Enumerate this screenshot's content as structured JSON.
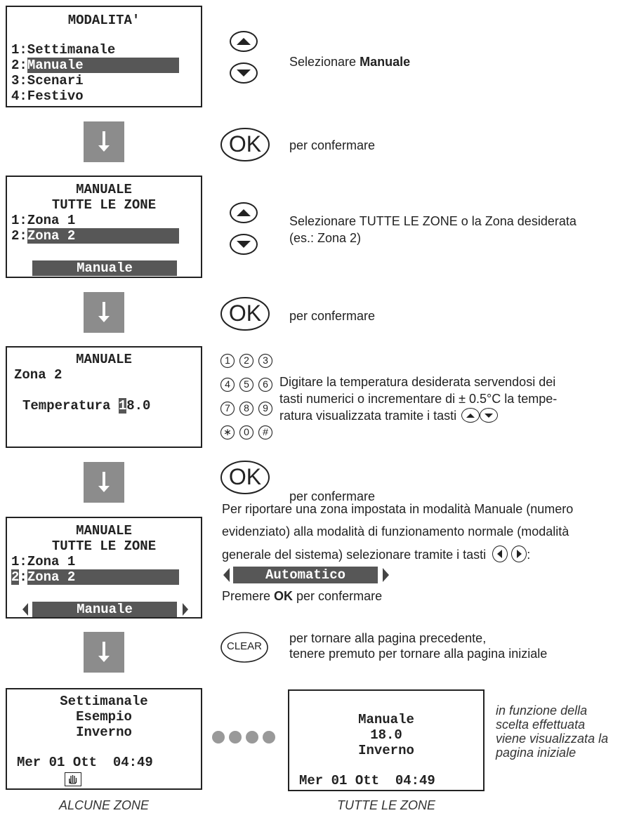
{
  "screen1": {
    "title": "MODALITA'",
    "items": [
      "1:Settimanale",
      "2:",
      "Manuale",
      "3:Scenari",
      "4:Festivo"
    ]
  },
  "step1": {
    "text_prefix": "Selezionare ",
    "text_bold": "Manuale"
  },
  "ok_label": "OK",
  "confirm_text": "per confermare",
  "screen2": {
    "title": "MANUALE",
    "subtitle": "TUTTE LE ZONE",
    "item1": "1:Zona 1",
    "item2_num": "2:",
    "item2_sel": "Zona 2",
    "footer": "Manuale"
  },
  "step2": {
    "line1": "Selezionare TUTTE LE ZONE o la Zona desiderata",
    "line2": "(es.: Zona 2)"
  },
  "screen3": {
    "title": "MANUALE",
    "zone": "Zona 2",
    "temp_label": "Temperatura ",
    "temp_first": "1",
    "temp_rest": "8.0"
  },
  "keypad": [
    "1",
    "2",
    "3",
    "4",
    "5",
    "6",
    "7",
    "8",
    "9",
    "∗",
    "0",
    "#"
  ],
  "step3": {
    "line1": "Digitare la temperatura desiderata servendosi dei",
    "line2": "tasti numerici o incrementare di ± 0.5°C la tempe-",
    "line3": "ratura visualizzata tramite i tasti"
  },
  "screen4": {
    "title": "MANUALE",
    "subtitle": "TUTTE LE ZONE",
    "item1": "1:Zona 1",
    "item2_num": "2",
    "item2_colon": ":",
    "item2_sel": "Zona 2",
    "footer": "Manuale"
  },
  "step4": {
    "line1": "Per riportare una zona impostata in modalità Manuale (numero",
    "line2": "evidenziato) alla modalità di funzionamento normale (modalità",
    "line3": "generale del sistema) selezionare tramite i tasti",
    "line3_end": ":",
    "auto_label": "Automatico",
    "press_prefix": "Premere ",
    "press_bold": "OK",
    "press_suffix": " per confermare"
  },
  "clear_label": "CLEAR",
  "step5": {
    "line1": "per tornare alla pagina precedente,",
    "line2": "tenere premuto per tornare alla pagina iniziale"
  },
  "screen5": {
    "line1": "Settimanale",
    "line2": "Esempio",
    "line3": "Inverno",
    "status": "Mer 01 Ott  04:49",
    "caption": "ALCUNE ZONE"
  },
  "screen6": {
    "line1": "Manuale",
    "line2": "18.0",
    "line3": "Inverno",
    "status": "Mer 01 Ott  04:49",
    "caption": "TUTTE LE ZONE"
  },
  "side_note": {
    "line1": "in funzione della",
    "line2": "scelta effettuata",
    "line3": "viene visualizzata la",
    "line4": "pagina iniziale"
  }
}
